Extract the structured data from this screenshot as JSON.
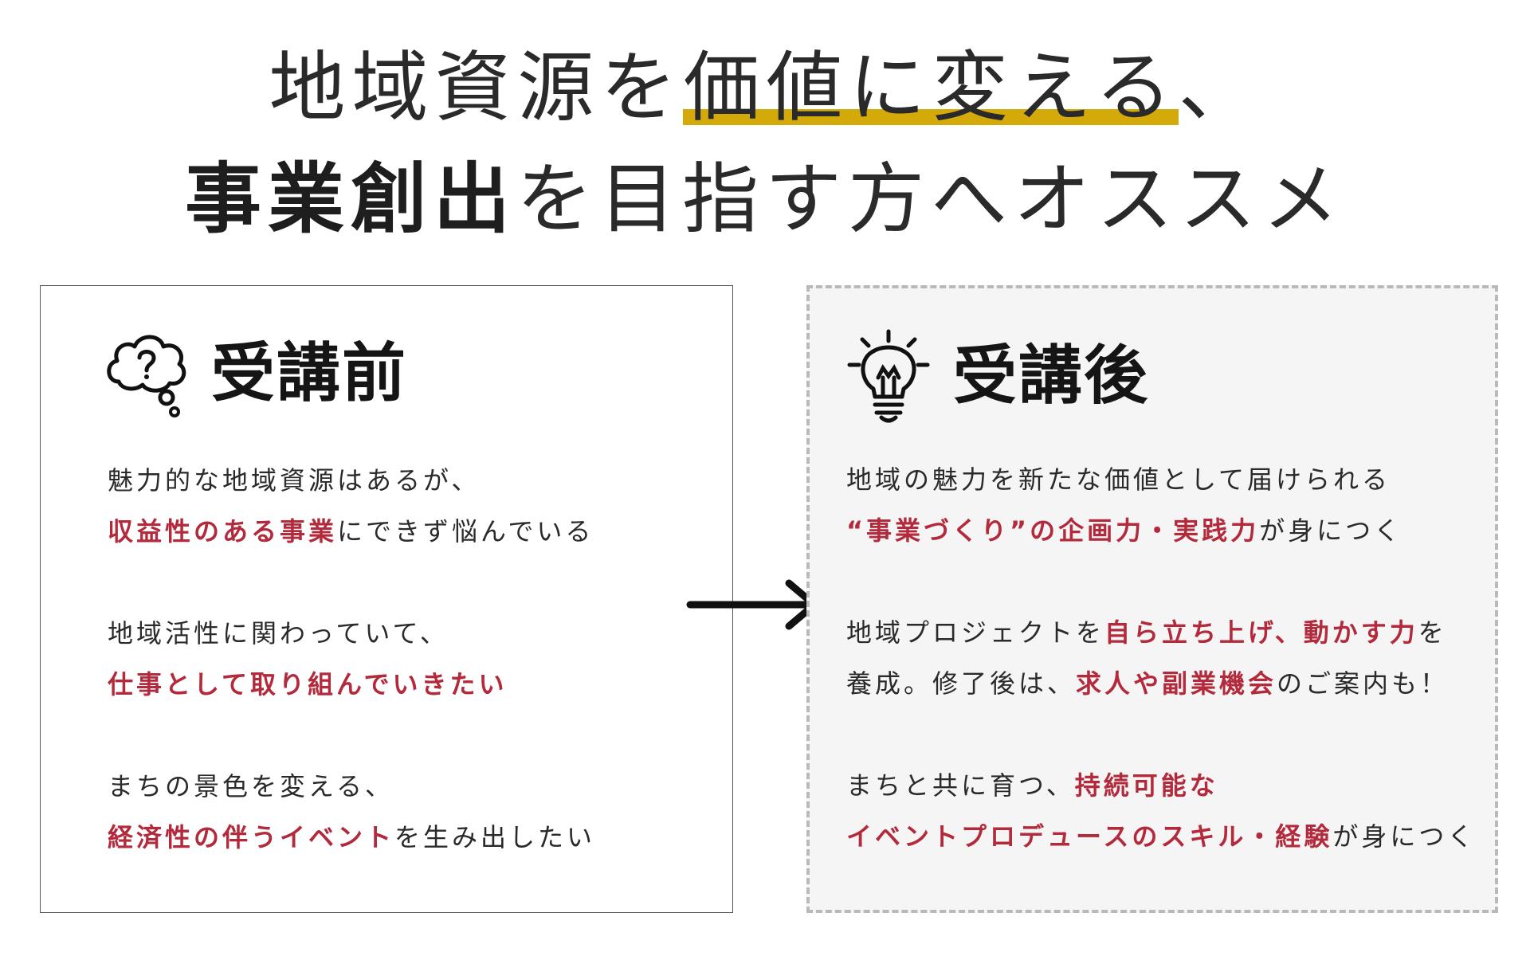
{
  "headline": {
    "line1_pre": "地域資源を",
    "line1_mark": "価値に変える",
    "line1_post": "、",
    "line2_bold": "事業創出",
    "line2_rest": "を目指す方へオススメ"
  },
  "before": {
    "title": "受講前",
    "icon": "thought-bubble-question-icon",
    "paragraphs": [
      {
        "l1": "魅力的な地域資源はあるが、",
        "l2_hl": "収益性のある事業",
        "l2_rest": "にできず悩んでいる"
      },
      {
        "l1": "地域活性に関わっていて、",
        "l2_hl": "仕事として取り組んでいきたい"
      },
      {
        "l1": "まちの景色を変える、",
        "l2_hl": "経済性の伴うイベント",
        "l2_rest": "を生み出したい"
      }
    ]
  },
  "after": {
    "title": "受講後",
    "icon": "lightbulb-icon",
    "p1": {
      "l1": "地域の魅力を新たな価値として届けられる",
      "l2_hl": "“事業づくり”の企画力・実践力",
      "l2_rest": "が身につく"
    },
    "p2": {
      "l1_pre": "地域プロジェクトを",
      "l1_hl": "自ら立ち上げ、動かす力",
      "l1_post": "を",
      "l2_pre": "養成。修了後は、",
      "l2_hl": "求人や副業機会",
      "l2_post": "のご案内も！"
    },
    "p3": {
      "l1_pre": "まちと共に育つ、",
      "l1_hl": "持続可能な",
      "l2_hl": "イベントプロデュースのスキル・経験",
      "l2_rest": "が身につく"
    }
  },
  "colors": {
    "accent_red": "#b22a3b",
    "underline_gold": "#d4a90a",
    "after_panel_bg": "#f5f5f5",
    "dashed_border": "#b9b9b9"
  },
  "arrow_icon": "arrow-right-icon"
}
